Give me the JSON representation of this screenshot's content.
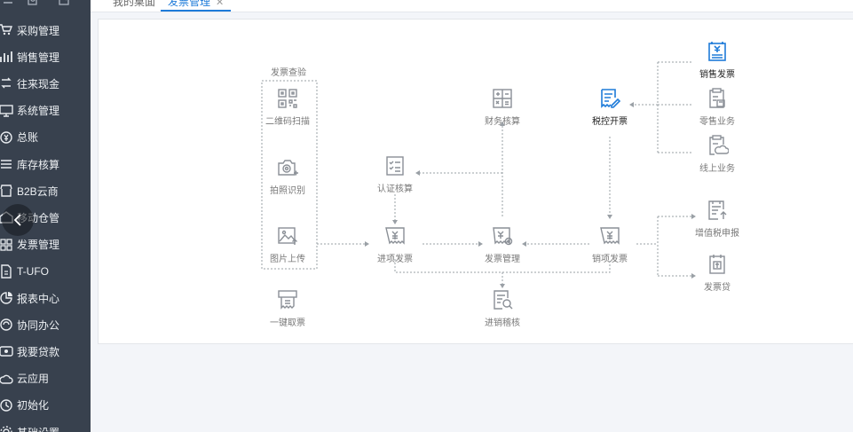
{
  "sidebar": {
    "items": [
      {
        "label": "采购管理",
        "icon": "cart-icon"
      },
      {
        "label": "销售管理",
        "icon": "bar-chart-icon"
      },
      {
        "label": "往来现金",
        "icon": "exchange-icon"
      },
      {
        "label": "系统管理",
        "icon": "monitor-icon"
      },
      {
        "label": "总账",
        "icon": "ledger-icon"
      },
      {
        "label": "库存核算",
        "icon": "stack-icon"
      },
      {
        "label": "B2B云商",
        "icon": "store-icon"
      },
      {
        "label": "移动仓管",
        "icon": "warehouse-icon"
      },
      {
        "label": "发票管理",
        "icon": "invoice-icon"
      },
      {
        "label": "T-UFO",
        "icon": "report-doc-icon"
      },
      {
        "label": "报表中心",
        "icon": "pie-chart-icon"
      },
      {
        "label": "协同办公",
        "icon": "collab-icon"
      },
      {
        "label": "我要贷款",
        "icon": "loan-icon"
      },
      {
        "label": "云应用",
        "icon": "cloud-icon"
      },
      {
        "label": "初始化",
        "icon": "init-icon"
      },
      {
        "label": "基础设置",
        "icon": "settings-icon"
      }
    ]
  },
  "tabs": [
    {
      "label": "我的桌面",
      "active": false
    },
    {
      "label": "发票管理",
      "active": true,
      "close": "✕"
    }
  ],
  "flow": {
    "group_title": "发票查验",
    "nodes": {
      "qr_scan": "二维码扫描",
      "photo": "拍照识别",
      "upload": "图片上传",
      "one_click": "一键取票",
      "verify": "认证核算",
      "input_invoice": "进项发票",
      "finance": "财务核算",
      "invoice_mgmt": "发票管理",
      "purchase_check": "进销稽核",
      "tax_issue": "税控开票",
      "output_invoice": "销项发票",
      "sales_invoice": "销售发票",
      "retail": "零售业务",
      "online": "线上业务",
      "vat_declare": "增值税申报",
      "invoice_loan": "发票贷"
    },
    "accent_color": "#1e7bd9",
    "icon_color": "#8a8f96"
  }
}
